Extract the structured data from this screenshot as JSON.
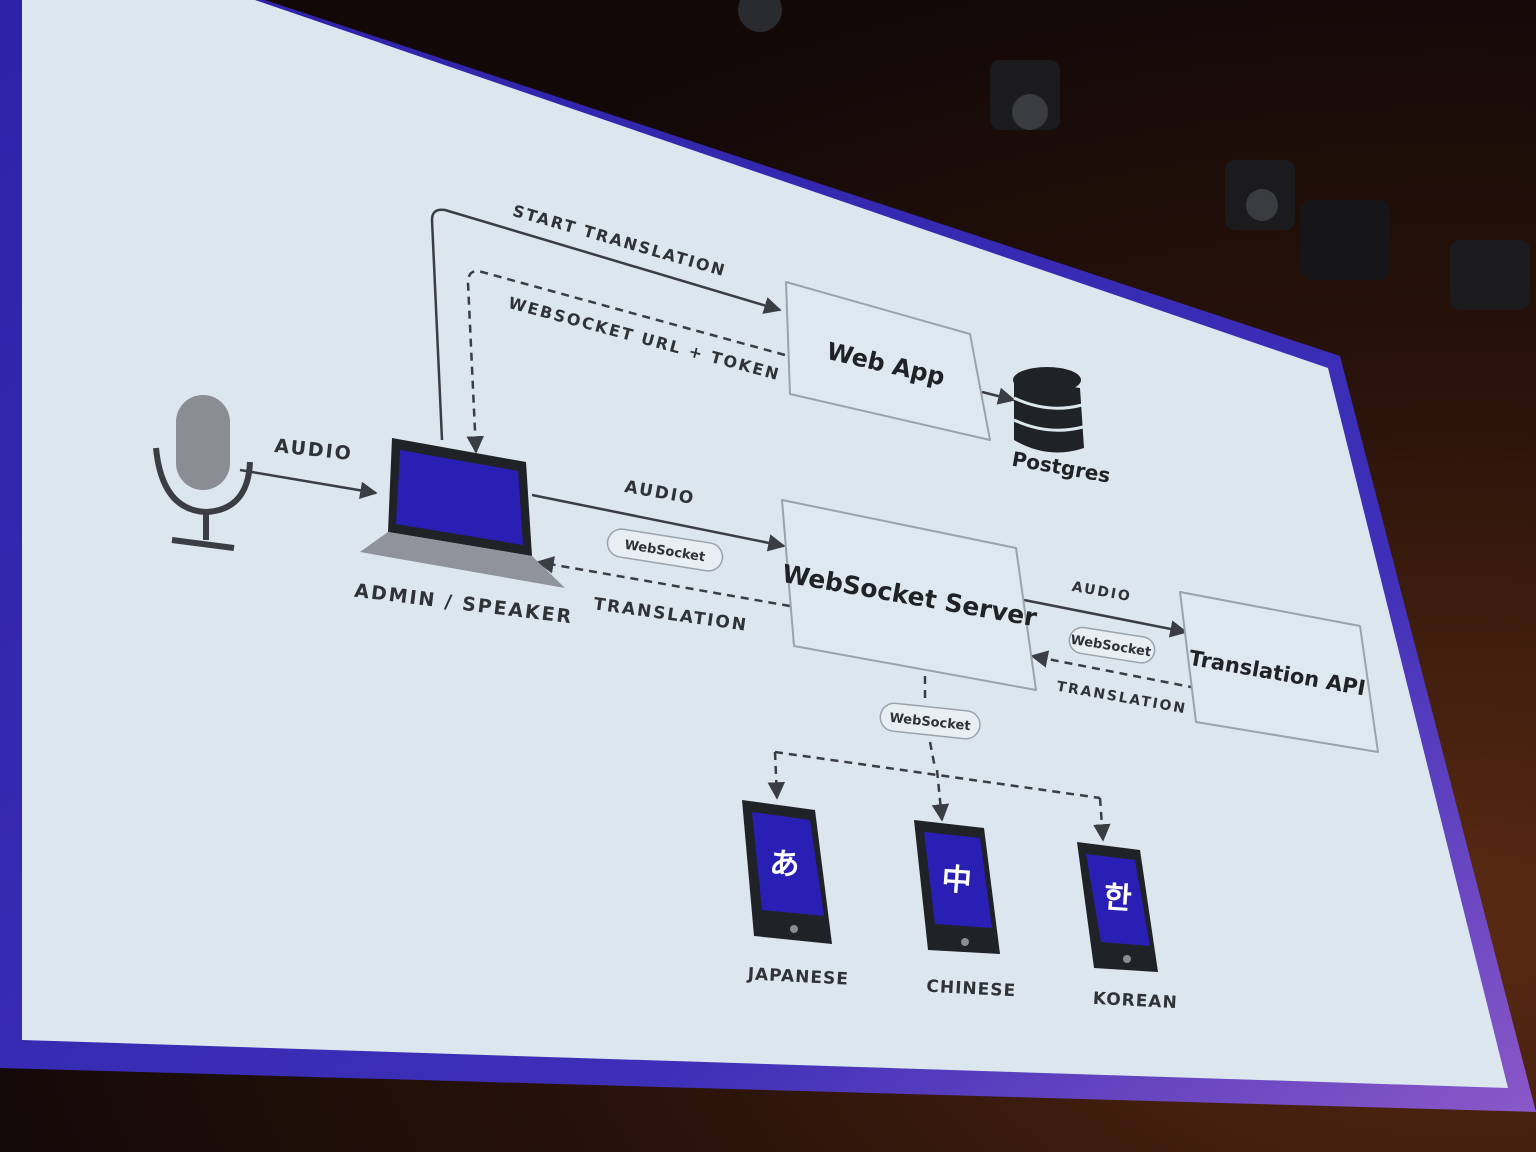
{
  "diagram": {
    "labels": {
      "audio_in": "AUDIO",
      "admin_speaker": "ADMIN / SPEAKER",
      "start_translation": "START TRANSLATION",
      "websocket_url_token": "WEBSOCKET URL + TOKEN",
      "audio_to_server": "AUDIO",
      "translation_back": "TRANSLATION",
      "audio_to_api": "AUDIO",
      "translation_from_api": "TRANSLATION"
    },
    "pills": {
      "admin_ws": "WebSocket",
      "api_ws": "WebSocket",
      "clients_ws": "WebSocket"
    },
    "boxes": {
      "web_app": "Web App",
      "websocket_server": "WebSocket Server",
      "translation_api": "Translation API"
    },
    "database": "Postgres",
    "clients": [
      {
        "glyph": "あ",
        "label": "JAPANESE"
      },
      {
        "glyph": "中",
        "label": "CHINESE"
      },
      {
        "glyph": "한",
        "label": "KOREAN"
      }
    ],
    "colors": {
      "accent": "#2a1fb5",
      "slide_bg": "#dbe6ee",
      "frame": "#3d2fb8",
      "ink": "#2f3338"
    }
  }
}
